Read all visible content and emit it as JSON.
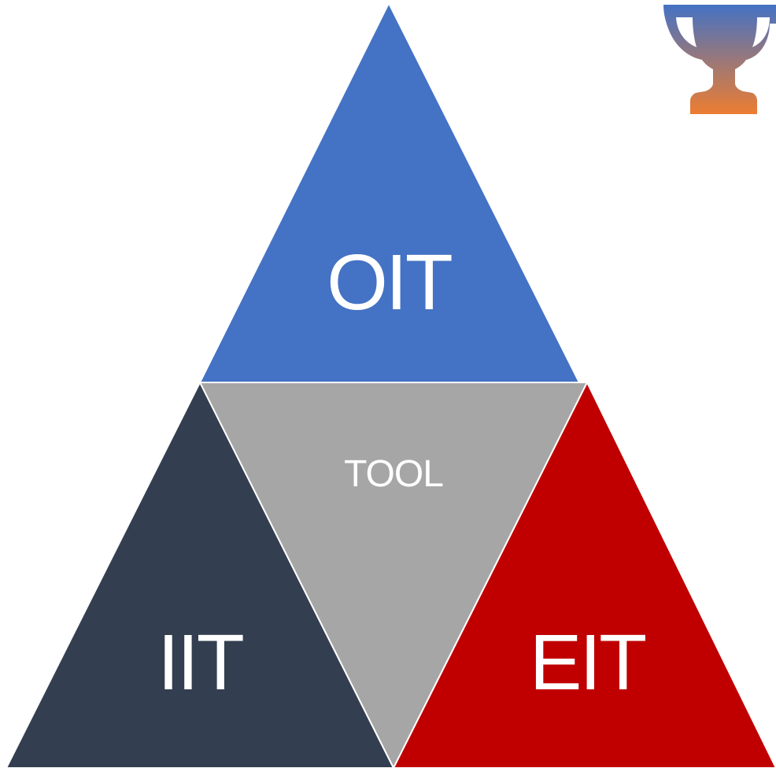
{
  "diagram": {
    "segments": {
      "top": {
        "label": "OIT",
        "color": "#4472C4"
      },
      "center": {
        "label": "TOOL",
        "color": "#A6A6A6"
      },
      "left": {
        "label": "IIT",
        "color": "#333F50"
      },
      "right": {
        "label": "EIT",
        "color": "#C00000"
      }
    },
    "icon": {
      "name": "trophy-icon",
      "gradient_top": "#4472C4",
      "gradient_bottom": "#ED7D31"
    }
  }
}
